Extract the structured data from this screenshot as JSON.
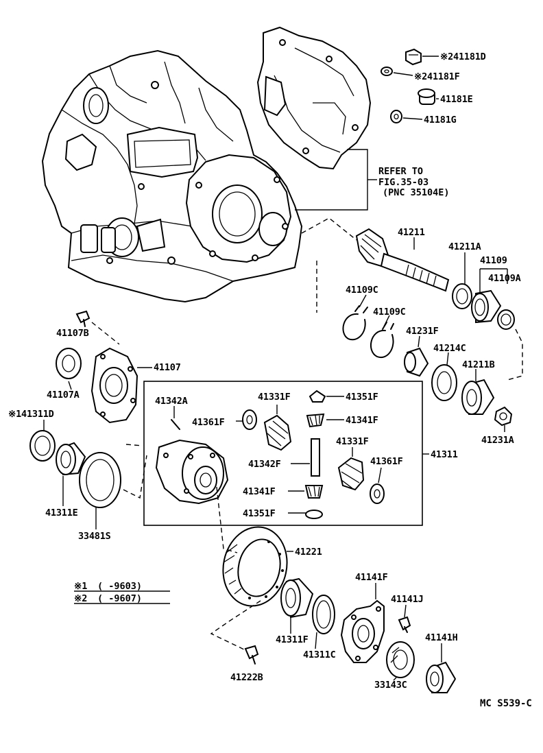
{
  "refer_note": {
    "line1": "REFER TO",
    "line2": "FIG.35-03",
    "line3": "(PNC 35104E)"
  },
  "parts": {
    "p41181D": "※241181D",
    "p41181F": "※241181F",
    "p41181E": "41181E",
    "p41181G": "41181G",
    "p41211": "41211",
    "p41211A": "41211A",
    "p41109": "41109",
    "p41109A": "41109A",
    "p41109C_1": "41109C",
    "p41109C_2": "41109C",
    "p41231F": "41231F",
    "p41214C": "41214C",
    "p41211B": "41211B",
    "p41231A": "41231A",
    "p41107B": "41107B",
    "p41107": "41107",
    "p41107A": "41107A",
    "p41311D": "※141311D",
    "p41311E": "41311E",
    "p33481S": "33481S",
    "p41342A": "41342A",
    "p41361F_1": "41361F",
    "p41331F_1": "41331F",
    "p41351F_1": "41351F",
    "p41341F_1": "41341F",
    "p41331F_2": "41331F",
    "p41342F": "41342F",
    "p41361F_2": "41361F",
    "p41341F_2": "41341F",
    "p41351F_2": "41351F",
    "p41311": "41311",
    "p41221": "41221",
    "p41141F": "41141F",
    "p41141J": "41141J",
    "p41141H": "41141H",
    "p41311F": "41311F",
    "p41311C": "41311C",
    "p33143C": "33143C",
    "p41222B": "41222B"
  },
  "notes": {
    "n1_mark": "※1",
    "n1_range": "(     -9603)",
    "n2_mark": "※2",
    "n2_range": "(     -9607)"
  },
  "figure_code": "MC S539-C"
}
